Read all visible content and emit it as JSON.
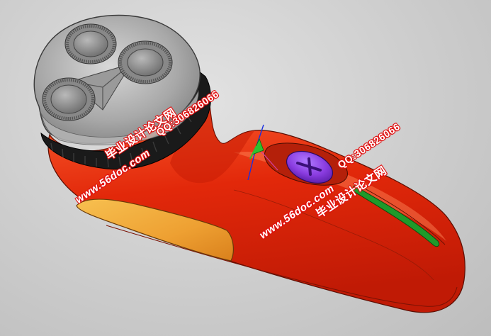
{
  "viewport": {
    "background": "#cdcdcd",
    "model_description_name": "electric-shaver-3d-model"
  },
  "colors": {
    "body": "#e03010",
    "body_highlight": "#ff6a3a",
    "grip": "#f0a030",
    "head_shell": "#8c8c8c",
    "head_shell_light": "#bdbdbd",
    "collar": "#1a1a1a",
    "button": "#8a3ce0",
    "indicator": "#1f9a2a",
    "watermark": "#e01010"
  },
  "watermarks": {
    "site_1": "www.56doc.com",
    "qq_1": "QQ:306826066",
    "title_1": "毕业设计论文网",
    "site_2": "www.56doc.com",
    "qq_2": "QQ:306826066",
    "title_2": "毕业设计论文网"
  }
}
